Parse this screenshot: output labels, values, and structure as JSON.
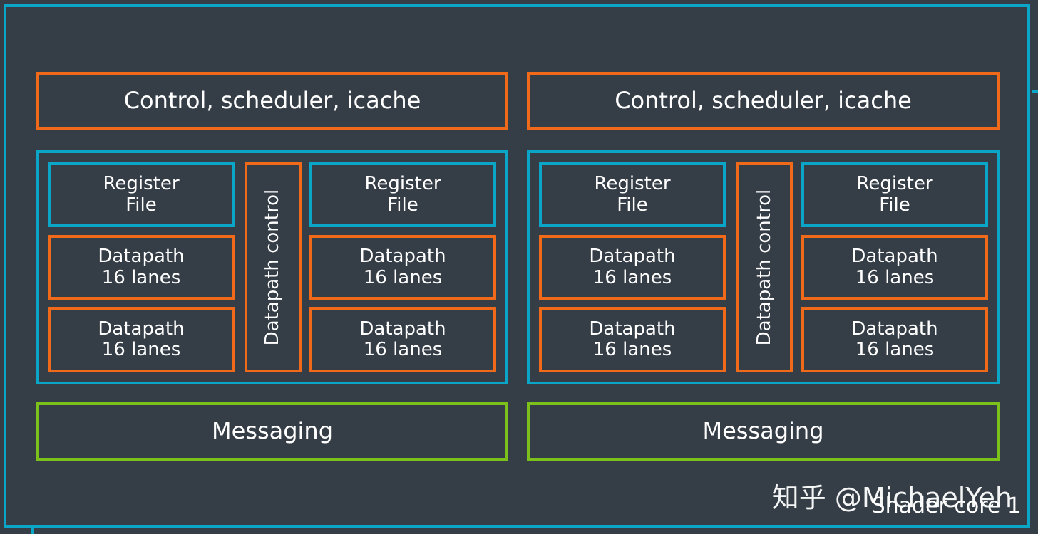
{
  "cores": [
    {
      "control": "Control, scheduler, icache",
      "datapath_control": "Datapath control",
      "left": {
        "register_file": [
          "Register",
          "File"
        ],
        "datapath_1": [
          "Datapath",
          "16 lanes"
        ],
        "datapath_2": [
          "Datapath",
          "16 lanes"
        ]
      },
      "right": {
        "register_file": [
          "Register",
          "File"
        ],
        "datapath_1": [
          "Datapath",
          "16 lanes"
        ],
        "datapath_2": [
          "Datapath",
          "16 lanes"
        ]
      },
      "messaging": "Messaging"
    },
    {
      "control": "Control, scheduler, icache",
      "datapath_control": "Datapath control",
      "left": {
        "register_file": [
          "Register",
          "File"
        ],
        "datapath_1": [
          "Datapath",
          "16 lanes"
        ],
        "datapath_2": [
          "Datapath",
          "16 lanes"
        ]
      },
      "right": {
        "register_file": [
          "Register",
          "File"
        ],
        "datapath_1": [
          "Datapath",
          "16 lanes"
        ],
        "datapath_2": [
          "Datapath",
          "16 lanes"
        ]
      },
      "messaging": "Messaging"
    }
  ],
  "footer_label": "Shader core 1",
  "watermark": "知乎 @MichaelYeh",
  "colors": {
    "background": "#353d47",
    "control_border": "#f06a1a",
    "register_border": "#0aa5c7",
    "messaging_border": "#7cc01c"
  }
}
